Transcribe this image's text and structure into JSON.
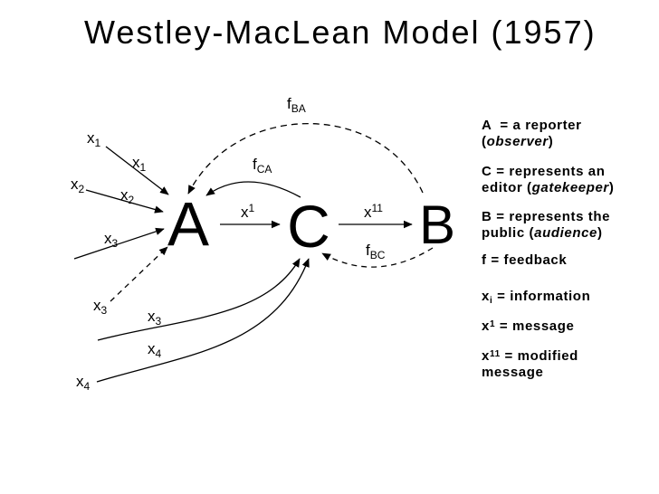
{
  "title": "Westley-MacLean Model (1957)",
  "nodes": {
    "a": "A",
    "c": "C",
    "b": "B"
  },
  "diagram_labels": {
    "x1_source": {
      "base": "x",
      "sub": "1"
    },
    "x1_mid": {
      "base": "x",
      "sub": "1"
    },
    "x2_source": {
      "base": "x",
      "sub": "2"
    },
    "x2_mid": {
      "base": "x",
      "sub": "2"
    },
    "x3_mid": {
      "base": "x",
      "sub": "3"
    },
    "x3_dashed": {
      "base": "x",
      "sub": "3"
    },
    "x3_curve": {
      "base": "x",
      "sub": "3"
    },
    "x4_curve": {
      "base": "x",
      "sub": "4"
    },
    "x4_source": {
      "base": "x",
      "sub": "4"
    },
    "x_message": {
      "base": "x",
      "sup": "1"
    },
    "x_modified": {
      "base": "x",
      "sup": "11"
    },
    "f_ba": {
      "base": "f",
      "sub": "BA"
    },
    "f_ca": {
      "base": "f",
      "sub": "CA"
    },
    "f_bc": {
      "base": "f",
      "sub": "BC"
    }
  },
  "edges": [
    {
      "from": "x1",
      "to": "A",
      "style": "solid-arrow"
    },
    {
      "from": "x2",
      "to": "A",
      "style": "solid-arrow"
    },
    {
      "from": "x3",
      "to": "A",
      "style": "solid-arrow"
    },
    {
      "from": "x3",
      "to": "A",
      "style": "dashed-arrow"
    },
    {
      "from": "x3",
      "to": "C",
      "style": "solid-curved-arrow"
    },
    {
      "from": "x4",
      "to": "C",
      "style": "solid-curved-arrow"
    },
    {
      "from": "A",
      "to": "C",
      "style": "solid-arrow",
      "label": "x1"
    },
    {
      "from": "C",
      "to": "B",
      "style": "solid-arrow",
      "label": "x11"
    },
    {
      "from": "C",
      "to": "A",
      "style": "solid-curved-arrow",
      "label": "fCA"
    },
    {
      "from": "B",
      "to": "A",
      "style": "dashed-curved-arrow",
      "label": "fBA"
    },
    {
      "from": "B",
      "to": "C",
      "style": "dashed-curved-arrow",
      "label": "fBC"
    }
  ],
  "legend": {
    "a": {
      "pre": "A  = a reporter (",
      "italic": "observer",
      "post": ")"
    },
    "c": {
      "pre": "C = represents an editor (",
      "italic": "gatekeeper",
      "post": ")"
    },
    "b": {
      "pre": "B = represents the public (",
      "italic": "audience",
      "post": ")"
    },
    "f": {
      "text": "f = feedback"
    },
    "xi": {
      "base": "x",
      "sub": "i",
      "rest": " = information"
    },
    "x1": {
      "base": "x",
      "sup": "1",
      "rest": " = message"
    },
    "x11": {
      "base": "x",
      "sup": "11",
      "rest": " = modified message"
    }
  },
  "colors": {
    "background": "#ffffff",
    "ink": "#000000"
  }
}
